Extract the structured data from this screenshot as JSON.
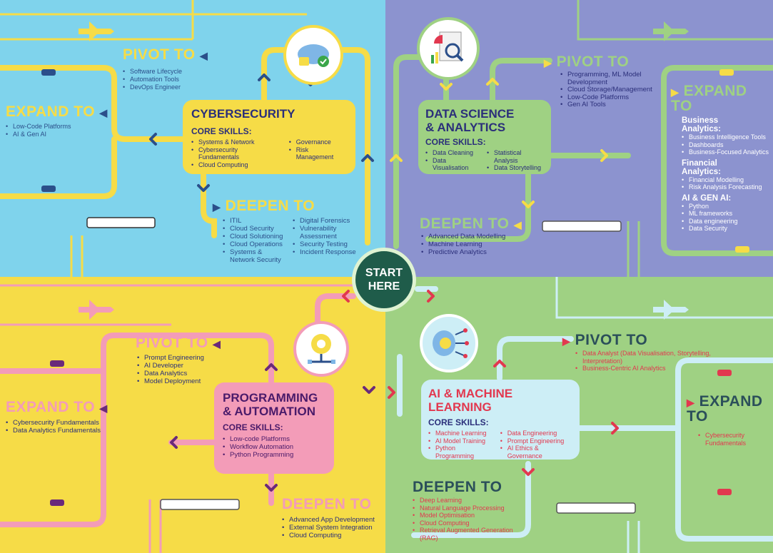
{
  "colors": {
    "blue": "#7fd3ec",
    "purple": "#8c93cf",
    "yellow": "#f6dc47",
    "green": "#9fd183",
    "navy": "#2b2f7a",
    "pink": "#f06e9b"
  },
  "start": {
    "label": "START HERE"
  },
  "cyber": {
    "title": "CYBERSECURITY",
    "core_label": "CORE SKILLS:",
    "core_col1": [
      "Systems & Network",
      "Cybersecurity Fundamentals",
      "Cloud Computing"
    ],
    "core_col2": [
      "Governance",
      "Risk Management"
    ],
    "pivot_label": "PIVOT TO",
    "pivot_items": [
      "Software Lifecycle",
      "Automation Tools",
      "DevOps Engineer"
    ],
    "expand_label": "EXPAND TO",
    "expand_items": [
      "Low-Code Platforms",
      "AI & Gen AI"
    ],
    "deepen_label": "DEEPEN TO",
    "deepen_col1": [
      "ITIL",
      "Cloud Security",
      "Cloud Solutioning",
      "Cloud Operations",
      "Systems & Network Security"
    ],
    "deepen_col2": [
      "Digital Forensics",
      "Vulnerability Assessment",
      "Security Testing",
      "Incident Response"
    ]
  },
  "datasci": {
    "title_line1": "DATA SCIENCE",
    "title_line2": "& ANALYTICS",
    "core_label": "CORE SKILLS:",
    "core_col1": [
      "Data Cleaning",
      "Data Visualisation"
    ],
    "core_col2": [
      "Statistical Analysis",
      "Data Storytelling"
    ],
    "pivot_label": "PIVOT TO",
    "pivot_items": [
      "Programming, ML Model Development",
      "Cloud Storage/Management",
      "Low-Code Platforms",
      "Gen AI Tools"
    ],
    "expand_label": "EXPAND TO",
    "expand_groups": [
      {
        "title": "Business Analytics:",
        "items": [
          "Business Intelligence Tools",
          "Dashboards",
          "Business-Focused Analytics"
        ]
      },
      {
        "title": "Financial Analytics:",
        "items": [
          "Financial Modelling",
          "Risk Analysis Forecasting"
        ]
      },
      {
        "title": "AI & GEN AI:",
        "items": [
          "Python",
          "ML frameworks",
          "Data engineering",
          "Data Security"
        ]
      }
    ],
    "deepen_label": "DEEPEN TO",
    "deepen_items": [
      "Advanced Data Modelling",
      "Machine Learning",
      "Predictive Analytics"
    ]
  },
  "prog": {
    "title_line1": "PROGRAMMING",
    "title_line2": "& AUTOMATION",
    "core_label": "CORE SKILLS:",
    "core_items": [
      "Low-code Platforms",
      "Workflow Automation",
      "Python Programming"
    ],
    "pivot_label": "PIVOT TO",
    "pivot_items": [
      "Prompt Engineering",
      "AI Developer",
      "Data Analytics",
      "Model Deployment"
    ],
    "expand_label": "EXPAND TO",
    "expand_items": [
      "Cybersecurity Fundamentals",
      "Data Analytics Fundamentals"
    ],
    "deepen_label": "DEEPEN TO",
    "deepen_items": [
      "Advanced App Development",
      "External System Integration",
      "Cloud Computing"
    ]
  },
  "aiml": {
    "title_line1": "AI & MACHINE",
    "title_line2": "LEARNING",
    "core_label": "CORE SKILLS:",
    "core_col1": [
      "Machine Learning",
      "AI Model Training",
      "Python Programming"
    ],
    "core_col2": [
      "Data Engineering",
      "Prompt Engineering",
      "AI Ethics & Governance"
    ],
    "pivot_label": "PIVOT TO",
    "pivot_items": [
      "Data Analyst (Data Visualisation, Storytelling, Interpretation)",
      "Business-Centric AI Analytics"
    ],
    "expand_label": "EXPAND TO",
    "expand_items": [
      "Cybersecurity Fundamentals"
    ],
    "deepen_label": "DEEPEN TO",
    "deepen_items": [
      "Deep Learning",
      "Natural Language Processing",
      "Model Optimisation",
      "Cloud Computing",
      "Retrieval Augmented Generation (RAG)"
    ]
  }
}
